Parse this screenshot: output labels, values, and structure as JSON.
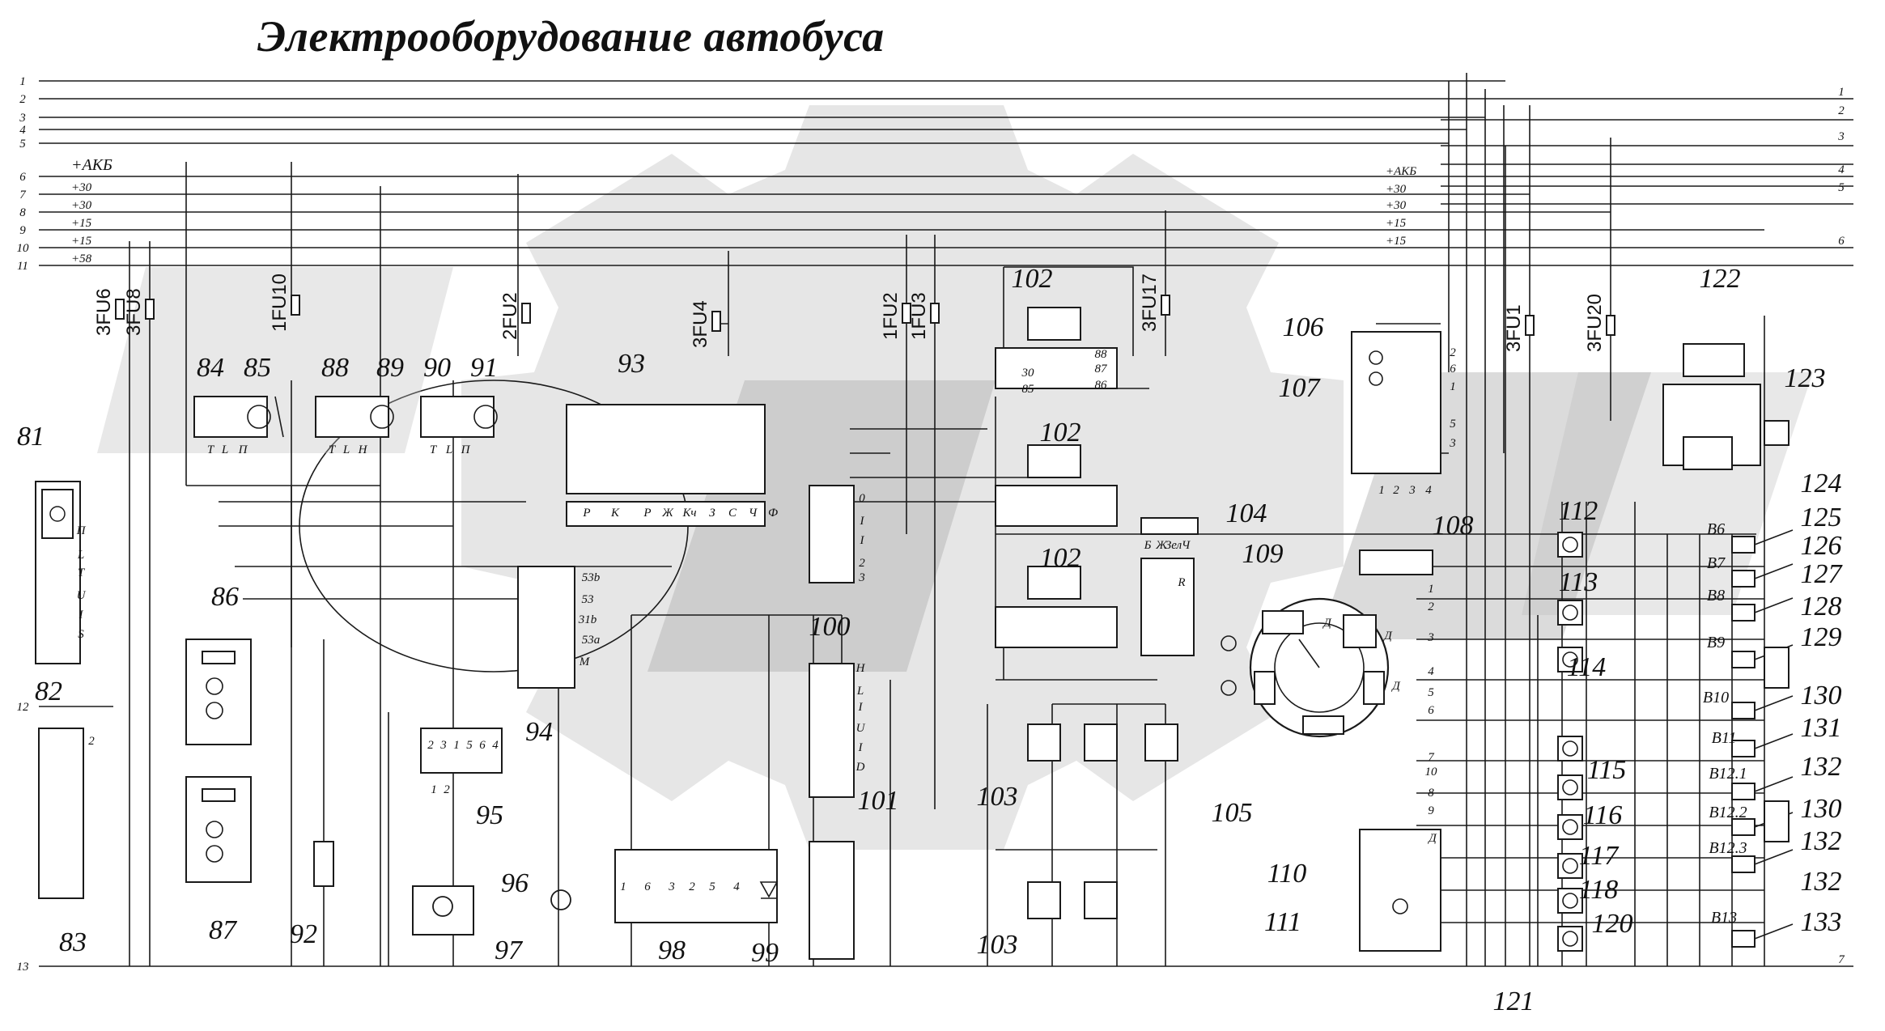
{
  "title": "Электрооборудование автобуса",
  "bus_left": [
    "1",
    "2",
    "3",
    "4",
    "5",
    "6",
    "7",
    "8",
    "9",
    "10",
    "11",
    "12",
    "13"
  ],
  "bus_left_labels": [
    "+АКБ",
    "+30",
    "+30",
    "+15",
    "+15",
    "+58"
  ],
  "bus_mid_labels": [
    "+АКБ",
    "+30",
    "+30",
    "+15",
    "+15"
  ],
  "bus_right": [
    "1",
    "2",
    "3",
    "4",
    "5",
    "6",
    "7"
  ],
  "fuses": [
    "3FU6",
    "3FU8",
    "1FU10",
    "2FU2",
    "3FU4",
    "1FU2",
    "1FU3",
    "3FU17",
    "3FU1",
    "3FU20"
  ],
  "components": [
    "81",
    "82",
    "83",
    "84",
    "85",
    "86",
    "87",
    "88",
    "89",
    "90",
    "91",
    "92",
    "93",
    "94",
    "95",
    "96",
    "97",
    "98",
    "99",
    "100",
    "101",
    "102",
    "103",
    "104",
    "105",
    "106",
    "107",
    "108",
    "109",
    "110",
    "111",
    "112",
    "113",
    "114",
    "115",
    "116",
    "117",
    "118",
    "120",
    "121",
    "122",
    "123",
    "124",
    "125",
    "126",
    "127",
    "128",
    "129",
    "130",
    "131",
    "132",
    "133"
  ],
  "connectors": [
    "В6",
    "В7",
    "В8",
    "В9",
    "В10",
    "В11",
    "В12.1",
    "В12.2",
    "В12.3",
    "В13"
  ],
  "pins": {
    "c82": [
      "П",
      "L",
      "T",
      "U",
      "I",
      "S"
    ],
    "c83": [
      "2"
    ],
    "c84": [
      "T",
      "L",
      "П"
    ],
    "c88": [
      "T",
      "L",
      "H"
    ],
    "c90": [
      "T",
      "L",
      "П"
    ],
    "c93": [
      "Р",
      "К",
      "Р",
      "Ж",
      "Кч",
      "З",
      "С",
      "Ч",
      "Ф"
    ],
    "c94": [
      "53b",
      "53",
      "31b",
      "53a",
      "M"
    ],
    "c95": [
      "2",
      "3",
      "1",
      "5",
      "6",
      "4",
      "1",
      "2"
    ],
    "c98": [
      "1",
      "6",
      "3",
      "2",
      "5",
      "4"
    ],
    "c100": [
      "0",
      "I",
      "I",
      "2",
      "3"
    ],
    "c101": [
      "H",
      "L",
      "I",
      "U",
      "I",
      "D"
    ],
    "c102": [
      "30",
      "85",
      "88",
      "87",
      "86"
    ],
    "c104": [
      "Б",
      "Ж",
      "Зел",
      "Ч",
      "R"
    ],
    "c107": [
      "2",
      "6",
      "1",
      "5",
      "3",
      "1",
      "2",
      "3",
      "4"
    ],
    "c109": [
      "1",
      "2",
      "3",
      "4",
      "5",
      "6",
      "7",
      "10",
      "8",
      "9",
      "Д",
      "Д",
      "Д"
    ],
    "c110": [
      "Д"
    ]
  }
}
